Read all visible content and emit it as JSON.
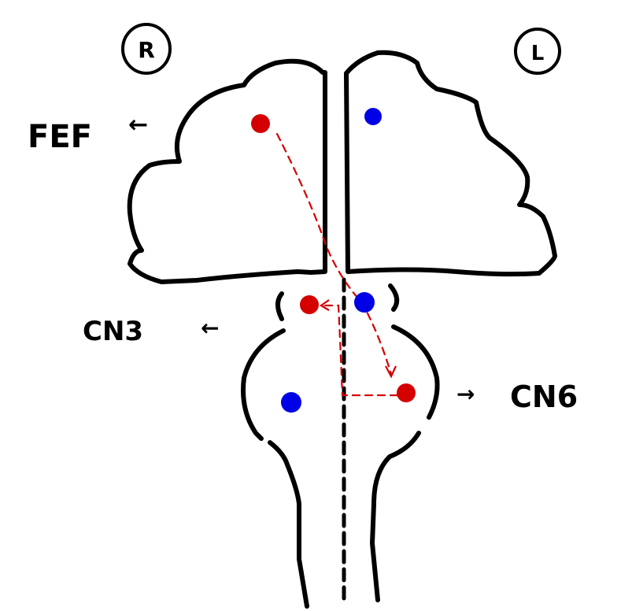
{
  "diagram": {
    "type": "neuroanatomy-sketch",
    "side_markers": {
      "right": "R",
      "left": "L"
    },
    "labels": {
      "fef": "FEF",
      "cn3": "CN3",
      "cn6": "CN6"
    },
    "arrows": {
      "fef": "←",
      "cn3": "←",
      "cn6": "→"
    },
    "colors": {
      "active": "#d40000",
      "inactive": "#0000e6",
      "outline": "#000000"
    },
    "nuclei": [
      {
        "name": "right-fef",
        "state": "active"
      },
      {
        "name": "left-fef",
        "state": "inactive"
      },
      {
        "name": "right-cn3-nucleus",
        "state": "active"
      },
      {
        "name": "left-cn3-nucleus",
        "state": "inactive"
      },
      {
        "name": "right-cn6-nucleus",
        "state": "inactive"
      },
      {
        "name": "left-cn6-nucleus",
        "state": "active"
      }
    ],
    "pathway": "Right FEF → decussates → Left CN6 (PPRF) → MLF → Right CN3"
  }
}
